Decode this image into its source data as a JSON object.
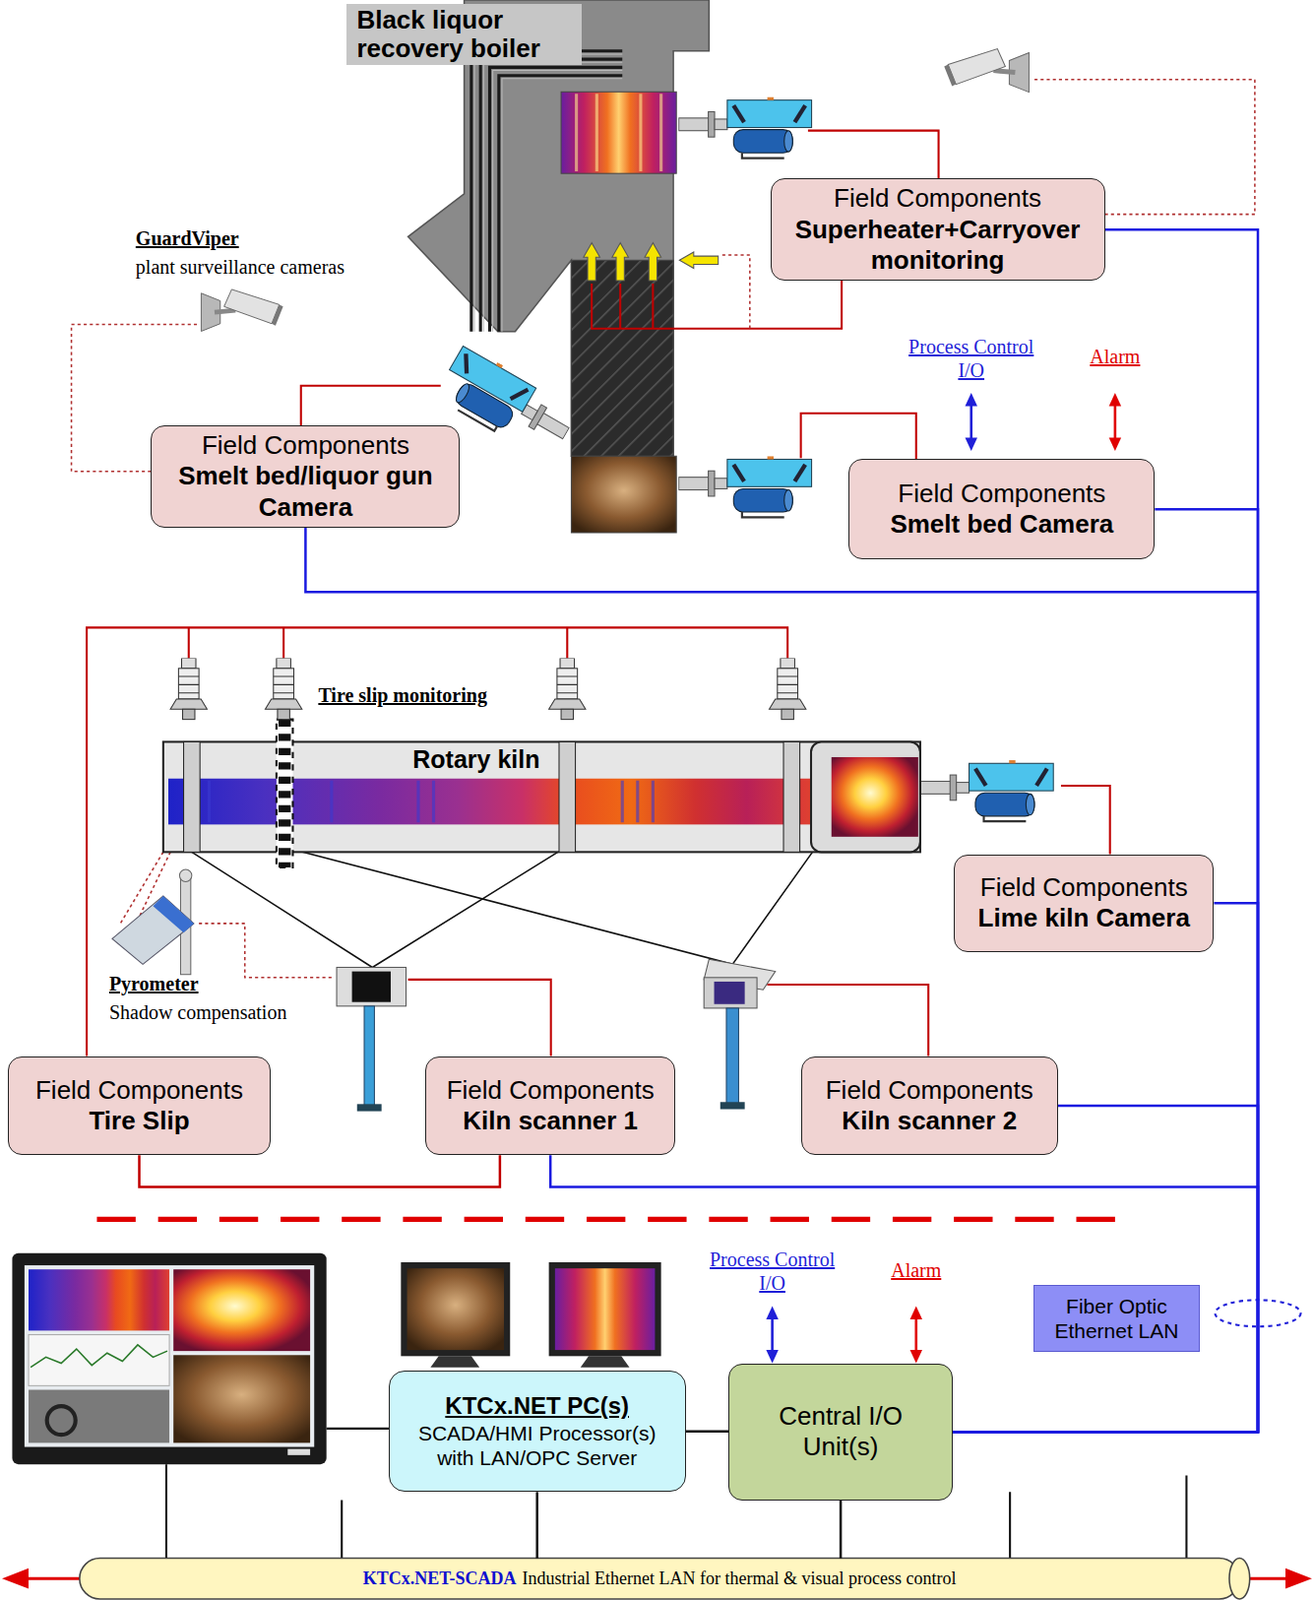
{
  "diagram": {
    "nodes": [
      {
        "text": [
          "Black liquor recovery boiler"
        ]
      },
      {
        "text": [
          "Field Components",
          "Superheater+Carryover monitoring"
        ]
      },
      {
        "text": [
          "Field Components",
          "Smelt bed/liquor gun Camera"
        ]
      },
      {
        "text": [
          "Field Components",
          "Smelt bed Camera"
        ]
      },
      {
        "text": [
          "Rotary kiln"
        ]
      },
      {
        "text": [
          "Field Components",
          "Lime kiln Camera"
        ]
      },
      {
        "text": [
          "Field Components",
          "Tire Slip"
        ]
      },
      {
        "text": [
          "Field Components",
          "Kiln scanner 1"
        ]
      },
      {
        "text": [
          "Field Components",
          "Kiln scanner 2"
        ]
      },
      {
        "text": [
          "KTCx.NET PC(s)",
          "SCADA/HMI Processor(s) with LAN/OPC Server"
        ]
      },
      {
        "text": [
          "Central I/O Unit(s)"
        ]
      },
      {
        "text": [
          "Fiber Optic Ethernet LAN"
        ]
      },
      {
        "text": [
          "KTCx.NET-SCADA",
          "Industrial Ethernet LAN for thermal & visual process control"
        ]
      }
    ],
    "edges": [
      {
        "from": 1,
        "to": 10,
        "arrow": "none"
      },
      {
        "from": 2,
        "to": 10,
        "arrow": "none"
      },
      {
        "from": 3,
        "to": 10,
        "arrow": "none"
      },
      {
        "from": 5,
        "to": 10,
        "arrow": "none"
      },
      {
        "from": 8,
        "to": 10,
        "arrow": "none"
      },
      {
        "from": 7,
        "to": 10,
        "arrow": "none"
      },
      {
        "from": 6,
        "to": 7,
        "arrow": "none"
      },
      {
        "from": 9,
        "to": 10,
        "arrow": "none"
      },
      {
        "from": 9,
        "to": 12,
        "arrow": "none"
      },
      {
        "from": 10,
        "to": 12,
        "arrow": "none"
      }
    ],
    "labels": [
      "GuardViper",
      "plant surveillance cameras",
      "Process Control I/O",
      "Alarm",
      "Tire slip monitoring",
      "Pyrometer",
      "Shadow compensation",
      "Process Control I/O",
      "Alarm"
    ]
  }
}
